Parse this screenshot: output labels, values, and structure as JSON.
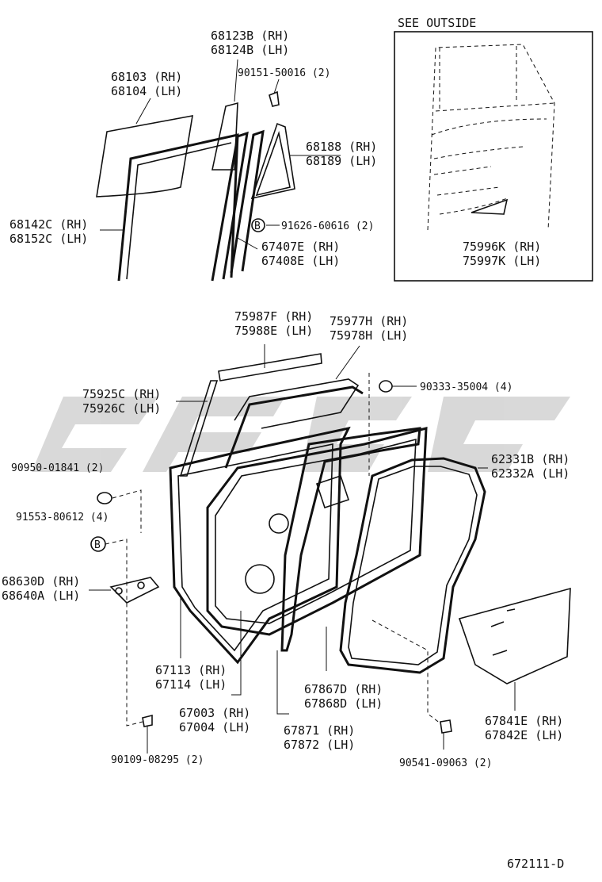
{
  "inset_title": "SEE OUTSIDE",
  "watermark_text": "",
  "figure_code": "672111-D",
  "callout_letter": "B",
  "labels": {
    "glass": [
      "68103 (RH)",
      "68104 (LH)"
    ],
    "run_front": [
      "68123B (RH)",
      "68124B (LH)"
    ],
    "screw_top": "90151-50016 (2)",
    "quarter_glass": [
      "68188 (RH)",
      "68189 (LH)"
    ],
    "glass_run": [
      "68142C (RH)",
      "68152C (LH)"
    ],
    "clip_b_top": "91626-60616 (2)",
    "division_bar": [
      "67407E (RH)",
      "67408E (LH)"
    ],
    "outside_cover": [
      "75996K (RH)",
      "75997K (LH)"
    ],
    "belt_moulding": [
      "75987F (RH)",
      "75988E (LH)"
    ],
    "frame_moulding": [
      "75977H (RH)",
      "75978H (LH)"
    ],
    "pillar_moulding": [
      "75925C (RH)",
      "75926C (LH)"
    ],
    "plug": "90333-35004 (4)",
    "hole_plug": "90950-01841 (2)",
    "clip_b_left": "91553-80612 (4)",
    "weatherstrip": [
      "62331B (RH)",
      "62332A (LH)"
    ],
    "check": [
      "68630D (RH)",
      "68640A (LH)"
    ],
    "panel_sub": [
      "67113 (RH)",
      "67114 (LH)"
    ],
    "door_panel": [
      "67003 (RH)",
      "67004 (LH)"
    ],
    "service_hole": [
      "67867D (RH)",
      "67868D (LH)"
    ],
    "door_seal": [
      "67871 (RH)",
      "67872 (LH)"
    ],
    "hole_cover": [
      "67841E (RH)",
      "67842E (LH)"
    ],
    "bolt_left": "90109-08295 (2)",
    "bolt_right": "90541-09063 (2)"
  }
}
